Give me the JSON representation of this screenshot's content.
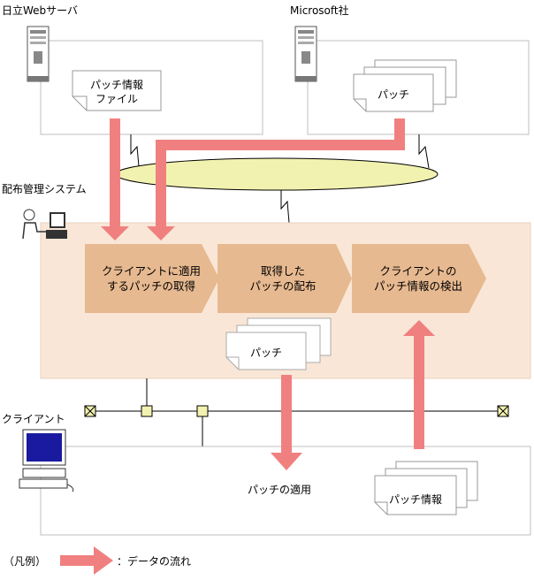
{
  "servers": {
    "hitachi": {
      "label": "日立Webサーバ",
      "doc_line1": "パッチ情報",
      "doc_line2": "ファイル"
    },
    "microsoft": {
      "label": "Microsoft社",
      "doc": "パッチ"
    }
  },
  "system": {
    "label": "配布管理システム",
    "steps": [
      {
        "line1": "クライアントに適用",
        "line2": "するパッチの取得"
      },
      {
        "line1": "取得した",
        "line2": "パッチの配布"
      },
      {
        "line1": "クライアントの",
        "line2": "パッチ情報の検出"
      }
    ],
    "patch_doc": "パッチ"
  },
  "client": {
    "label": "クライアント",
    "apply": "パッチの適用",
    "info_doc": "パッチ情報"
  },
  "legend": {
    "prefix": "（凡例）",
    "suffix": "：データの流れ"
  },
  "colors": {
    "arrow": "#f08080",
    "system_bg": "#f9e6d6",
    "process": "#e7b990",
    "network": "#f2f2b0"
  }
}
